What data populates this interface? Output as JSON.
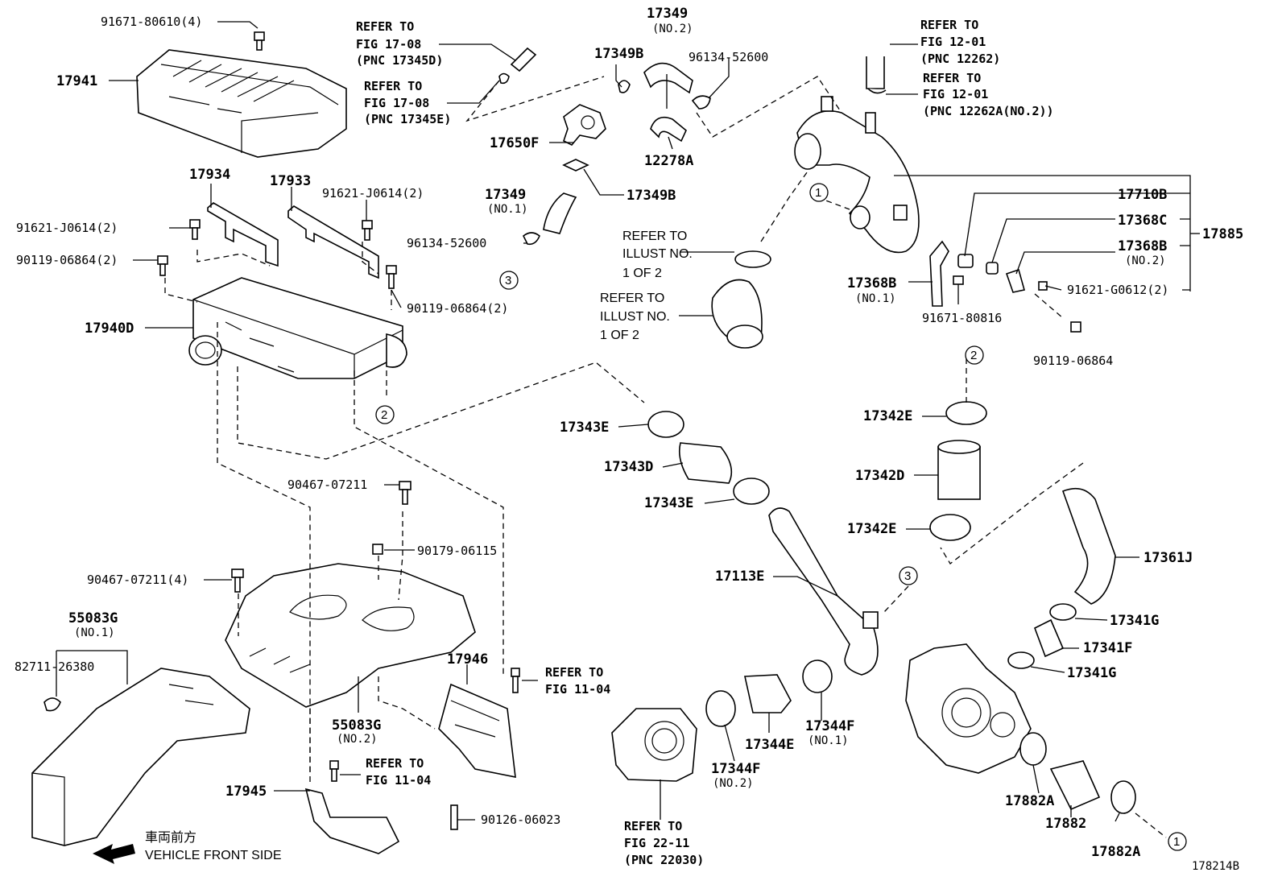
{
  "diagram": {
    "figure_id": "178214B",
    "direction": {
      "japanese": "車両前方",
      "english": "VEHICLE FRONT SIDE"
    },
    "labels": {
      "p91671_80610": "91671-80610(4)",
      "p17941": "17941",
      "p17934": "17934",
      "p17933": "17933",
      "p91621_j0614_a": "91621-J0614(2)",
      "p91621_j0614_b": "91621-J0614(2)",
      "p90119_06864_a": "90119-06864(2)",
      "p90119_06864_b": "90119-06864(2)",
      "p17940d": "17940D",
      "p17349_no2": "17349",
      "p17349_no2_sub": "(NO.2)",
      "p17349b_a": "17349B",
      "p96134_52600_a": "96134-52600",
      "p17650f": "17650F",
      "p12278a": "12278A",
      "p17349b_b": "17349B",
      "p17349_no1": "17349",
      "p17349_no1_sub": "(NO.1)",
      "p96134_52600_b": "96134-52600",
      "p17710b": "17710B",
      "p17368c": "17368C",
      "p17368b_no2": "17368B",
      "p17368b_no2_sub": "(NO.2)",
      "p17885": "17885",
      "p17368b_no1": "17368B",
      "p17368b_no1_sub": "(NO.1)",
      "p91621_g0612": "91621-G0612(2)",
      "p91671_80816": "91671-80816",
      "p90119_06864_c": "90119-06864",
      "p17343e_a": "17343E",
      "p17343d": "17343D",
      "p17343e_b": "17343E",
      "p17342e_a": "17342E",
      "p17342d": "17342D",
      "p17342e_b": "17342E",
      "p17113e": "17113E",
      "p17361j": "17361J",
      "p17341g_a": "17341G",
      "p17341f": "17341F",
      "p17341g_b": "17341G",
      "p90467_07211": "90467-07211",
      "p90179_06115": "90179-06115",
      "p90467_07211_4": "90467-07211(4)",
      "p55083g_no1": "55083G",
      "p55083g_no1_sub": "(NO.1)",
      "p82711_26380": "82711-26380",
      "p17946": "17946",
      "p55083g_no2": "55083G",
      "p55083g_no2_sub": "(NO.2)",
      "p17945": "17945",
      "p90126_06023": "90126-06023",
      "p17344f_no2": "17344F",
      "p17344f_no2_sub": "(NO.2)",
      "p17344e": "17344E",
      "p17344f_no1": "17344F",
      "p17344f_no1_sub": "(NO.1)",
      "p17882a_a": "17882A",
      "p17882": "17882",
      "p17882a_b": "17882A"
    },
    "references": {
      "r1": [
        "REFER TO",
        "FIG 17-08",
        "(PNC 17345D)"
      ],
      "r2": [
        "REFER TO",
        "FIG 17-08",
        "(PNC 17345E)"
      ],
      "r3": [
        "REFER TO",
        "FIG 12-01",
        "(PNC 12262)"
      ],
      "r4": [
        "REFER TO",
        "FIG 12-01",
        "(PNC 12262A(NO.2))"
      ],
      "r5": [
        "REFER TO",
        "ILLUST NO.",
        "1 OF 2"
      ],
      "r6": [
        "REFER TO",
        "ILLUST NO.",
        "1 OF 2"
      ],
      "r7": [
        "REFER TO",
        "FIG 11-04"
      ],
      "r8": [
        "REFER TO",
        "FIG 11-04"
      ],
      "r9": [
        "REFER TO",
        "FIG 22-11",
        "(PNC 22030)"
      ]
    },
    "callouts": {
      "c1": "1",
      "c2": "2",
      "c3": "3"
    }
  }
}
